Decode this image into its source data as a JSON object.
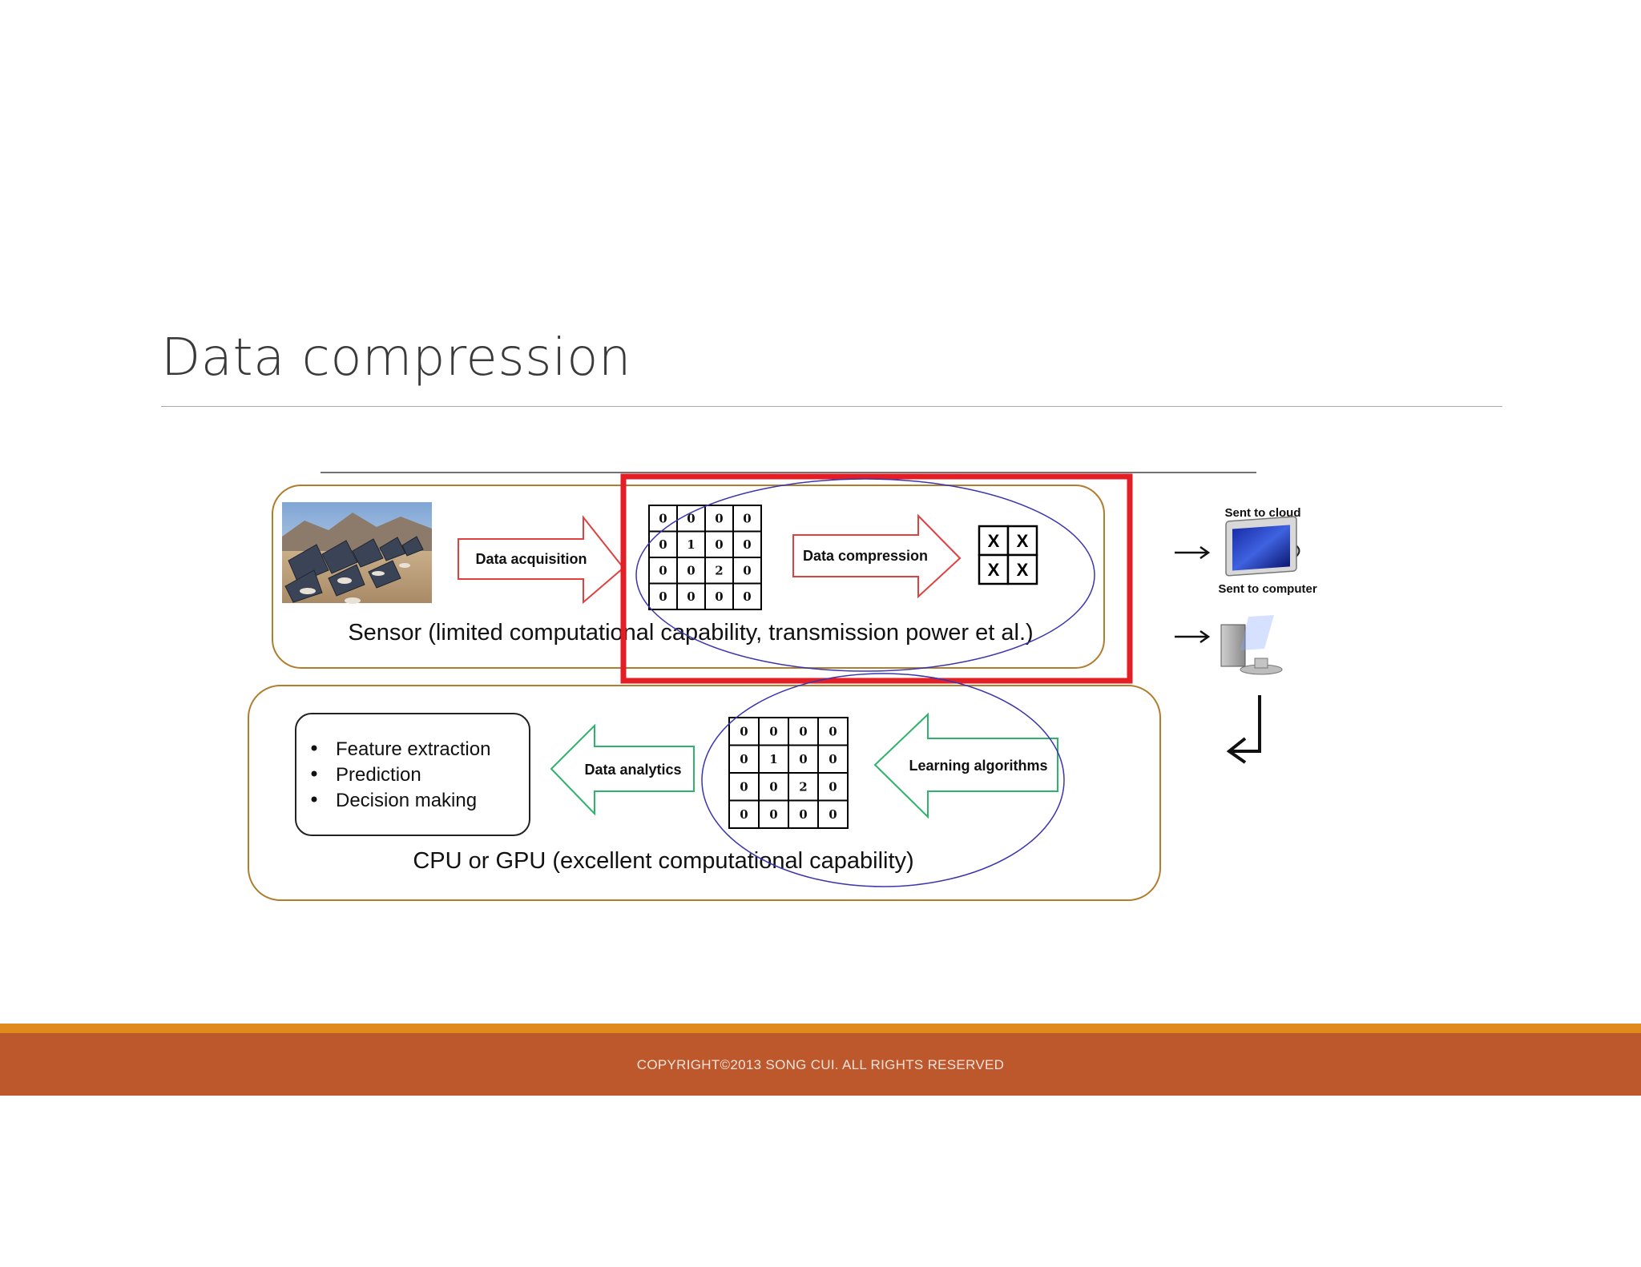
{
  "slide": {
    "title": "Data compression"
  },
  "sensor_panel": {
    "caption": "Sensor (limited computational capability, transmission power et al.)",
    "arrow_acquisition": "Data acquisition",
    "arrow_compression": "Data compression",
    "matrix": [
      [
        "0",
        "0",
        "0",
        "0"
      ],
      [
        "0",
        "1",
        "0",
        "0"
      ],
      [
        "0",
        "0",
        "2",
        "0"
      ],
      [
        "0",
        "0",
        "0",
        "0"
      ]
    ],
    "compressed": [
      [
        "X",
        "X"
      ],
      [
        "X",
        "X"
      ]
    ]
  },
  "compute_panel": {
    "caption": "CPU or GPU (excellent computational capability)",
    "arrow_analytics": "Data analytics",
    "arrow_learning": "Learning algorithms",
    "matrix": [
      [
        "0",
        "0",
        "0",
        "0"
      ],
      [
        "0",
        "1",
        "0",
        "0"
      ],
      [
        "0",
        "0",
        "2",
        "0"
      ],
      [
        "0",
        "0",
        "0",
        "0"
      ]
    ],
    "bullets": [
      "Feature extraction",
      "Prediction",
      "Decision making"
    ]
  },
  "side": {
    "sent_to_cloud": "Sent to cloud",
    "sent_to_computer": "Sent to computer"
  },
  "footer": {
    "text": "COPYRIGHT©2013 SONG CUI. ALL RIGHTS RESERVED"
  },
  "colors": {
    "footer_bar": "#bd582c",
    "footer_stripe": "#e08a1c",
    "highlight_box": "#e31e24",
    "ellipse": "#3b35b0",
    "panel_border": "#b07d2c",
    "red_arrow": "#e0413f",
    "green_arrow": "#2fb36a"
  }
}
